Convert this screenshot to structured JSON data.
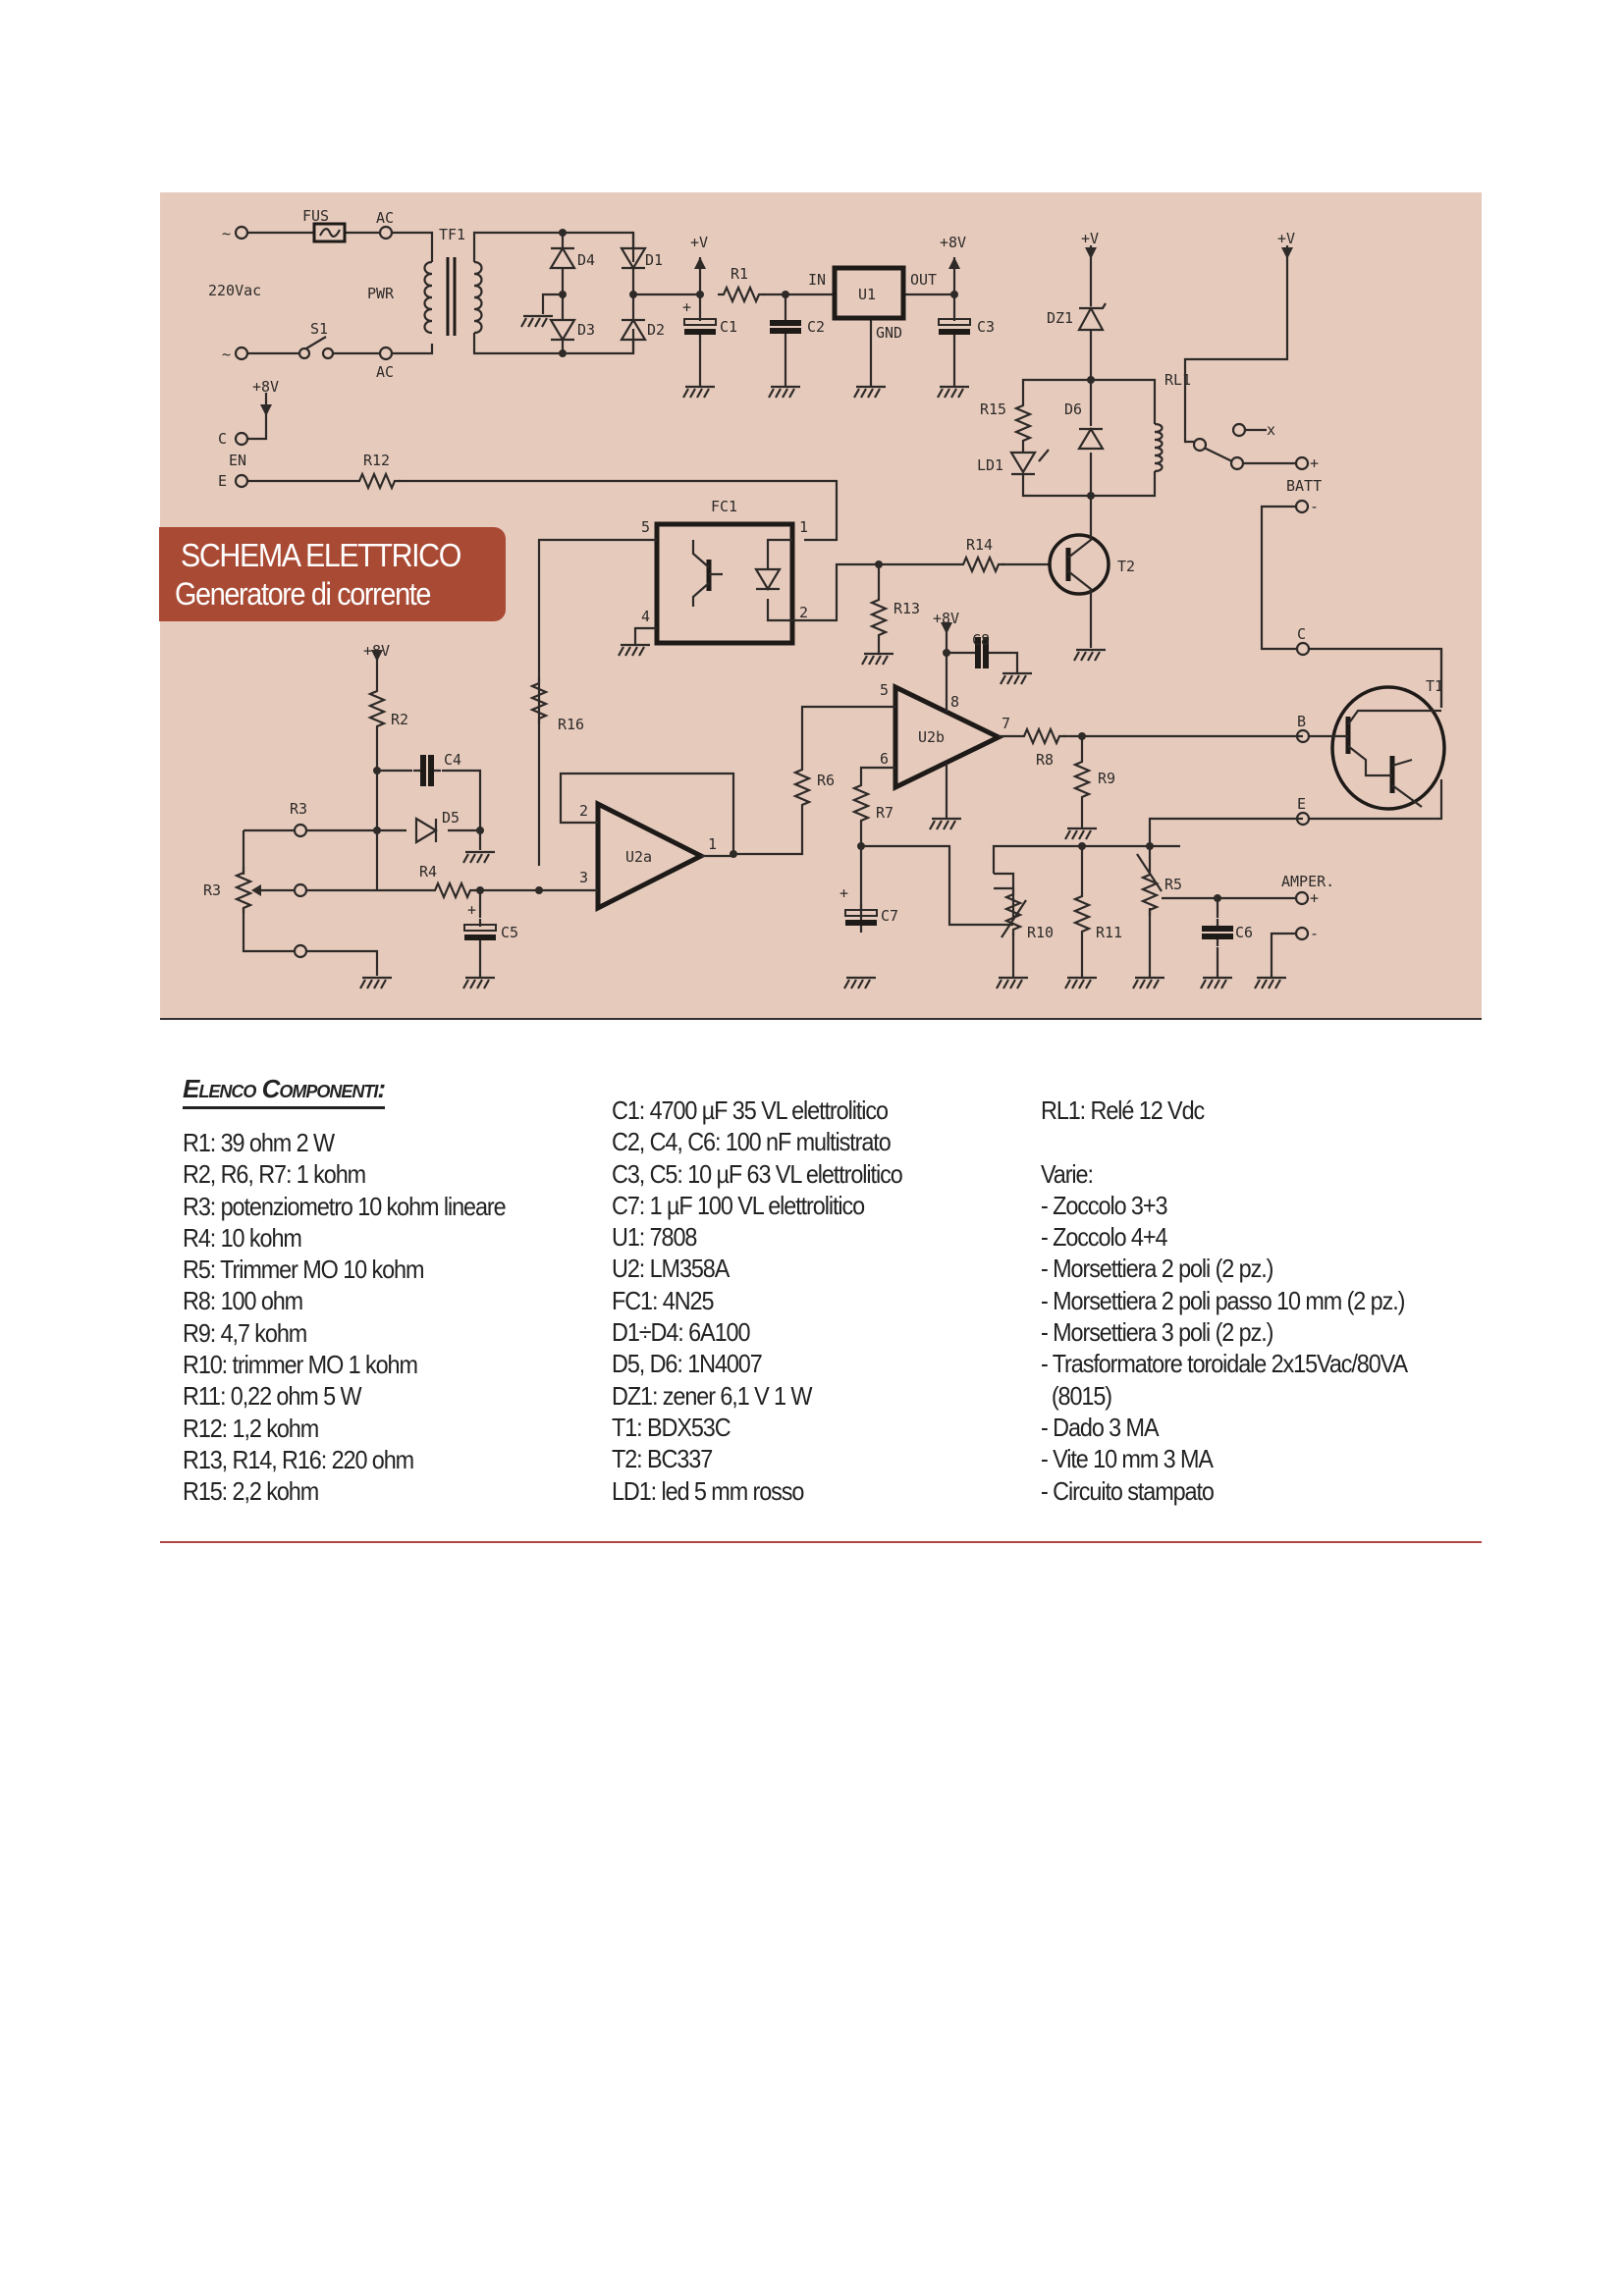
{
  "banner": {
    "title": "SCHEMA ELETTRICO",
    "subtitle": "Generatore di corrente"
  },
  "schematic": {
    "labels": [
      "~",
      "FUS",
      "AC",
      "220Vac",
      "PWR",
      "S1",
      "~",
      "AC",
      "TF1",
      "D4",
      "D1",
      "D3",
      "D2",
      "+V",
      "R1",
      "IN",
      "U1",
      "OUT",
      "GND",
      "+8V",
      "C1",
      "C2",
      "C3",
      "+8V",
      "C",
      "EN",
      "E",
      "R12",
      "FC1",
      "5",
      "1",
      "4",
      "2",
      "R14",
      "T2",
      "R13",
      "+8V",
      "C8",
      "+V",
      "DZ1",
      "R15",
      "D6",
      "LD1",
      "RL1",
      "+V",
      "x",
      "+",
      "BATT",
      "-",
      "C",
      "T1",
      "B",
      "E",
      "5",
      "8",
      "7",
      "6",
      "U2b",
      "R8",
      "R9",
      "R6",
      "R7",
      "C7",
      "R10",
      "R11",
      "R5",
      "C6",
      "AMPER.",
      "+",
      "-",
      "+8V",
      "R2",
      "C4",
      "R16",
      "R3",
      "D5",
      "R3",
      "R4",
      "C5",
      "2",
      "3",
      "1",
      "U2a",
      "+",
      "+",
      "+"
    ]
  },
  "components": {
    "heading": "Elenco Componenti:",
    "column1": [
      "R1: 39 ohm  2 W",
      "R2, R6, R7: 1 kohm",
      "R3: potenziometro 10 kohm lineare",
      "R4: 10 kohm",
      "R5: Trimmer MO 10 kohm",
      "R8: 100 ohm",
      "R9: 4,7 kohm",
      "R10: trimmer MO 1 kohm",
      "R11: 0,22 ohm 5 W",
      "R12: 1,2 kohm",
      "R13, R14, R16: 220 ohm",
      "R15: 2,2 kohm"
    ],
    "column2": [
      "C1: 4700 µF 35 VL elettrolitico",
      "C2, C4, C6: 100 nF multistrato",
      "C3, C5: 10 µF 63 VL elettrolitico",
      "C7: 1 µF 100 VL elettrolitico",
      "U1: 7808",
      "U2: LM358A",
      "FC1: 4N25",
      "D1÷D4: 6A100",
      "D5, D6: 1N4007",
      "DZ1: zener 6,1 V 1 W",
      "T1: BDX53C",
      "T2: BC337",
      "LD1: led 5 mm rosso"
    ],
    "column3_top": "RL1: Relé 12 Vdc",
    "varie_title": "Varie:",
    "varie": [
      "- Zoccolo 3+3",
      "- Zoccolo 4+4",
      "- Morsettiera 2 poli (2 pz.)",
      "- Morsettiera 2 poli passo 10 mm (2 pz.)",
      "- Morsettiera 3 poli (2 pz.)",
      "- Trasformatore toroidale 2x15Vac/80VA",
      "  (8015)",
      "- Dado 3 MA",
      "- Vite 10 mm 3 MA",
      "- Circuito stampato"
    ]
  },
  "colors": {
    "background": "#e6cbbd",
    "banner": "#a94a35",
    "rule": "#b04545"
  }
}
